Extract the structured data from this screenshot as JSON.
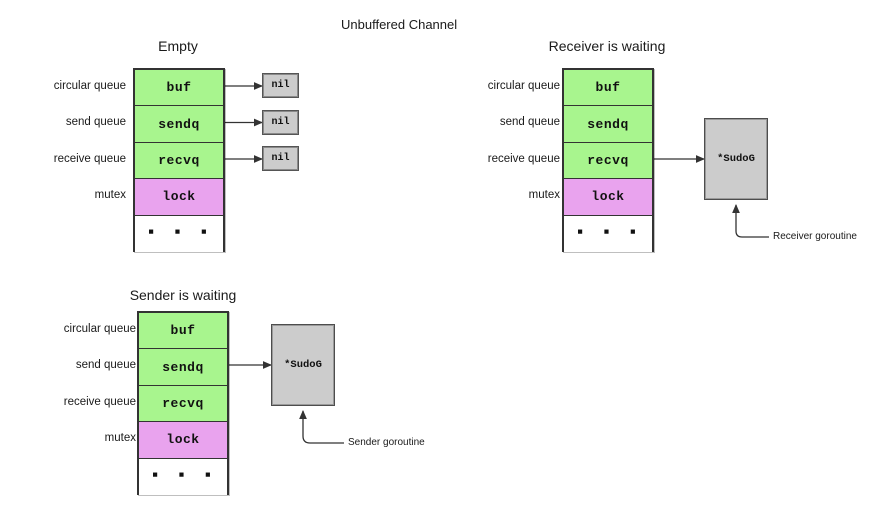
{
  "title": "Unbuffered Channel",
  "field_labels": {
    "circular_queue": "circular queue",
    "send_queue": "send queue",
    "receive_queue": "receive queue",
    "mutex": "mutex"
  },
  "struct_rows": {
    "buf": "buf",
    "sendq": "sendq",
    "recvq": "recvq",
    "lock": "lock",
    "more": "▪ ▪ ▪"
  },
  "values": {
    "nil": "nil",
    "sudog": "*SudoG"
  },
  "panels": [
    {
      "id": "empty",
      "title": "Empty",
      "labels": [
        "circular queue",
        "send queue",
        "receive queue",
        "mutex"
      ],
      "rows": [
        {
          "name": "buf",
          "text": "buf",
          "color": "green",
          "target": "nil"
        },
        {
          "name": "sendq",
          "text": "sendq",
          "color": "green",
          "target": "nil"
        },
        {
          "name": "recvq",
          "text": "recvq",
          "color": "green",
          "target": "nil"
        },
        {
          "name": "lock",
          "text": "lock",
          "color": "purple",
          "target": null
        },
        {
          "name": "more",
          "text": "▪ ▪ ▪",
          "color": "plain",
          "target": null
        }
      ]
    },
    {
      "id": "receiver-waiting",
      "title": "Receiver is waiting",
      "labels": [
        "circular queue",
        "send queue",
        "receive queue",
        "mutex"
      ],
      "rows": [
        {
          "name": "buf",
          "text": "buf",
          "color": "green",
          "target": null
        },
        {
          "name": "sendq",
          "text": "sendq",
          "color": "green",
          "target": null
        },
        {
          "name": "recvq",
          "text": "recvq",
          "color": "green",
          "target": "*SudoG"
        },
        {
          "name": "lock",
          "text": "lock",
          "color": "purple",
          "target": null
        },
        {
          "name": "more",
          "text": "▪ ▪ ▪",
          "color": "plain",
          "target": null
        }
      ],
      "sudog_label": "*SudoG",
      "annotation": "Receiver goroutine"
    },
    {
      "id": "sender-waiting",
      "title": "Sender is waiting",
      "labels": [
        "circular queue",
        "send queue",
        "receive queue",
        "mutex"
      ],
      "rows": [
        {
          "name": "buf",
          "text": "buf",
          "color": "green",
          "target": null
        },
        {
          "name": "sendq",
          "text": "sendq",
          "color": "green",
          "target": "*SudoG"
        },
        {
          "name": "recvq",
          "text": "recvq",
          "color": "green",
          "target": null
        },
        {
          "name": "lock",
          "text": "lock",
          "color": "purple",
          "target": null
        },
        {
          "name": "more",
          "text": "▪ ▪ ▪",
          "color": "plain",
          "target": null
        }
      ],
      "sudog_label": "*SudoG",
      "annotation": "Sender goroutine"
    }
  ],
  "colors": {
    "green": "#a8f58e",
    "purple": "#e9a3ee",
    "gray": "#cccccc",
    "stroke": "#333333",
    "background": "#ffffff"
  }
}
